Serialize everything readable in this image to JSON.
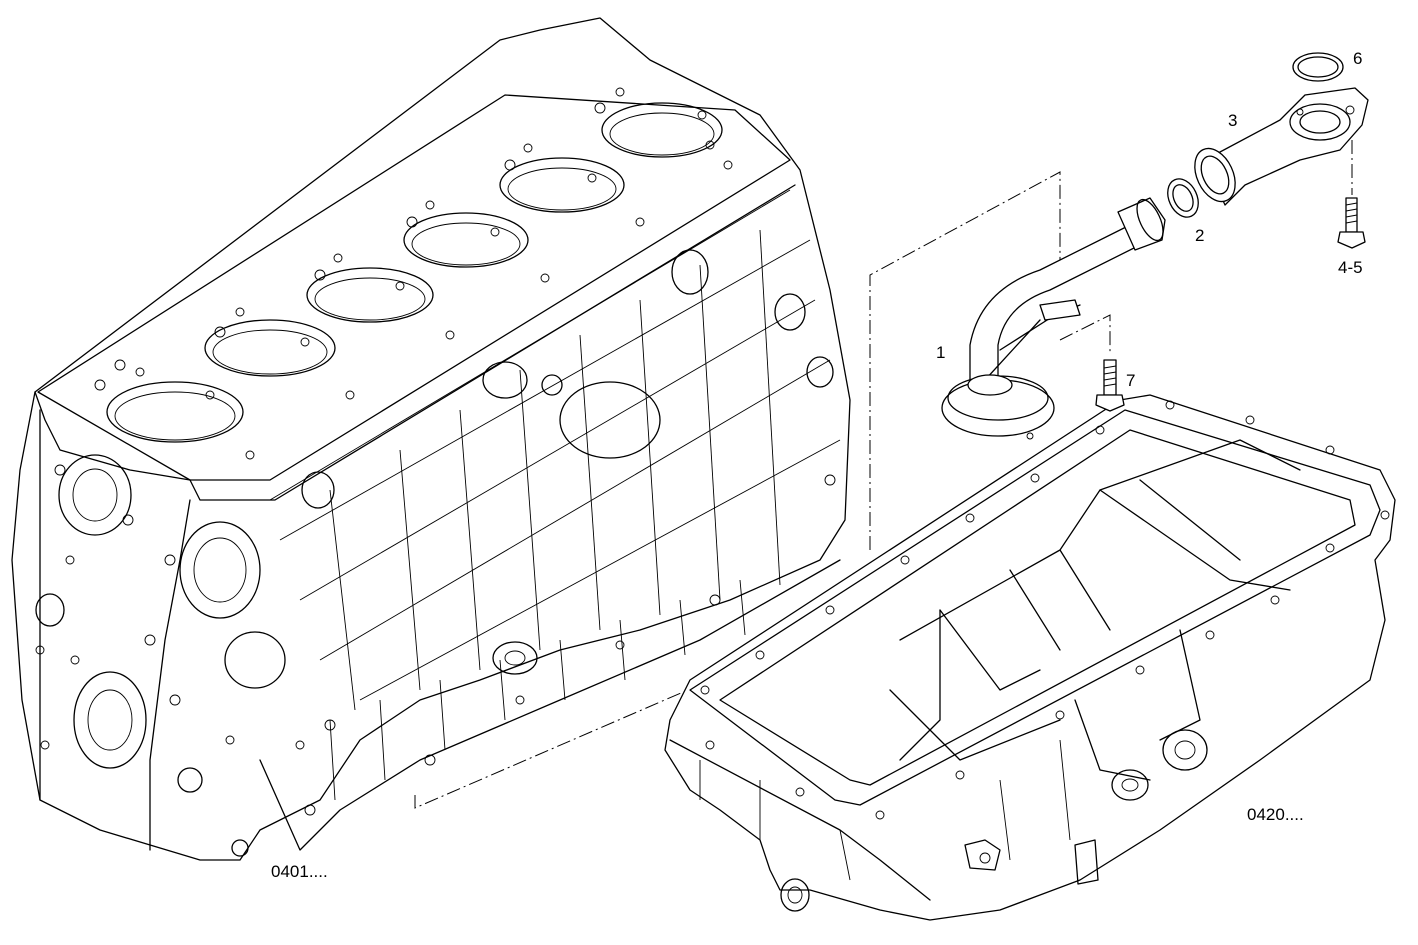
{
  "callouts": {
    "p1": "1",
    "p2": "2",
    "p3": "3",
    "p45": "4-5",
    "p6": "6",
    "p7": "7"
  },
  "references": {
    "block": "0401....",
    "oil_pan": "0420...."
  },
  "colors": {
    "line": "#000000",
    "background": "#ffffff"
  }
}
